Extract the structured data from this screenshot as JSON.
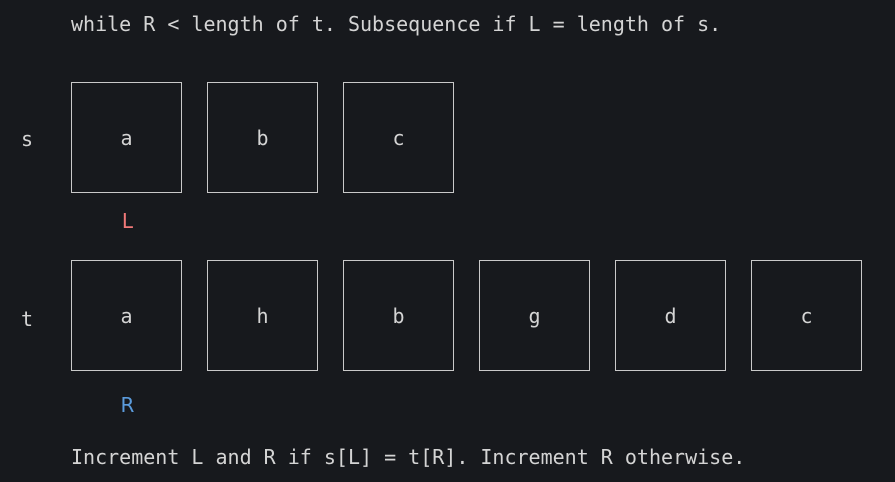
{
  "captions": {
    "top": "while R < length of t. Subsequence if L = length of s.",
    "bottom": "Increment L and R if s[L] = t[R]. Increment R otherwise."
  },
  "rows": {
    "s": {
      "label": "s",
      "cells": [
        "a",
        "b",
        "c"
      ]
    },
    "t": {
      "label": "t",
      "cells": [
        "a",
        "h",
        "b",
        "g",
        "d",
        "c"
      ]
    }
  },
  "pointers": {
    "L": {
      "label": "L",
      "index": 0,
      "color": "#f07878"
    },
    "R": {
      "label": "R",
      "index": 0,
      "color": "#5b9bdc"
    }
  },
  "colors": {
    "background": "#17191d",
    "text": "#d4d4d4",
    "cell_border": "#c9c9c9"
  }
}
